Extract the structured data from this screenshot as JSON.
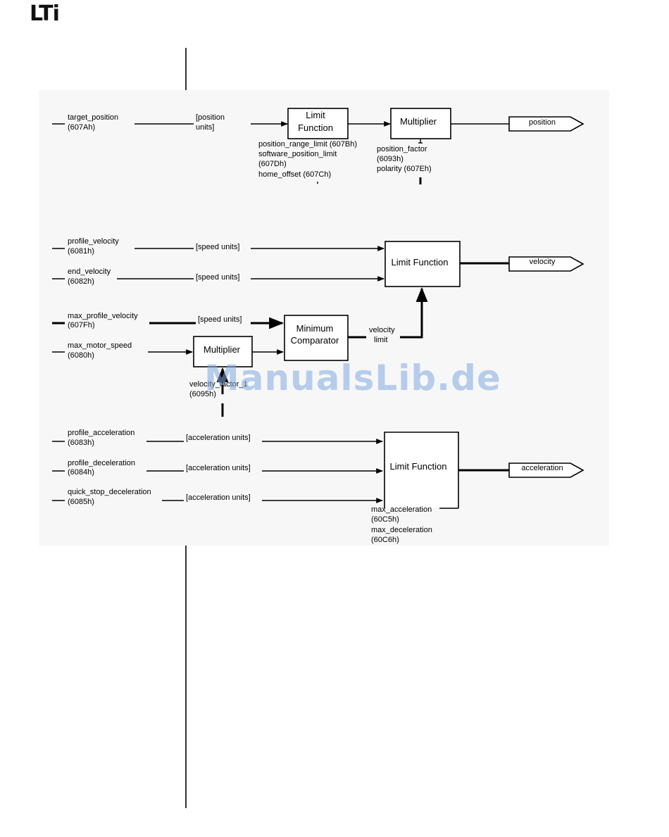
{
  "header": {
    "logo": "LTi"
  },
  "position_chain": {
    "input_name": "target_position",
    "input_index": "(607Ah)",
    "unit_line1": "[position",
    "unit_line2": "units]",
    "limit_line1": "Limit",
    "limit_line2": "Function",
    "limit_params": [
      "position_range_limit (607Bh)",
      "software_position_limit",
      "(607Dh)",
      "home_offset (607Ch)"
    ],
    "multiplier": "Multiplier",
    "multiplier_params": [
      "position_factor",
      "(6093h)",
      "polarity (607Eh)"
    ],
    "output": "position"
  },
  "velocity_chain": {
    "inputs": [
      {
        "name": "profile_velocity",
        "index": "(6081h)",
        "unit": "[speed units]"
      },
      {
        "name": "end_velocity",
        "index": "(6082h)",
        "unit": "[speed units]"
      },
      {
        "name": "max_profile_velocity",
        "index": "(607Fh)",
        "unit": "[speed units]"
      },
      {
        "name": "max_motor_speed",
        "index": "(6080h)"
      }
    ],
    "multiplier": "Multiplier",
    "multiplier_params": [
      "velocity_factor_1",
      "(6095h)"
    ],
    "comparator_line1": "Minimum",
    "comparator_line2": "Comparator",
    "limit_label_line1": "velocity",
    "limit_label_line2": "limit",
    "limit": "Limit Function",
    "output": "velocity"
  },
  "acceleration_chain": {
    "inputs": [
      {
        "name": "profile_acceleration",
        "index": "(6083h)",
        "unit": "[acceleration units]"
      },
      {
        "name": "profile_deceleration",
        "index": "(6084h)",
        "unit": "[acceleration units]"
      },
      {
        "name": "quick_stop_deceleration",
        "index": "(6085h)",
        "unit": "[acceleration units]"
      }
    ],
    "limit": "Limit Function",
    "limit_params": [
      "max_acceleration",
      "(60C5h)",
      "max_deceleration",
      "(60C6h)"
    ],
    "output": "acceleration"
  },
  "watermark": "ManualsLib.de"
}
